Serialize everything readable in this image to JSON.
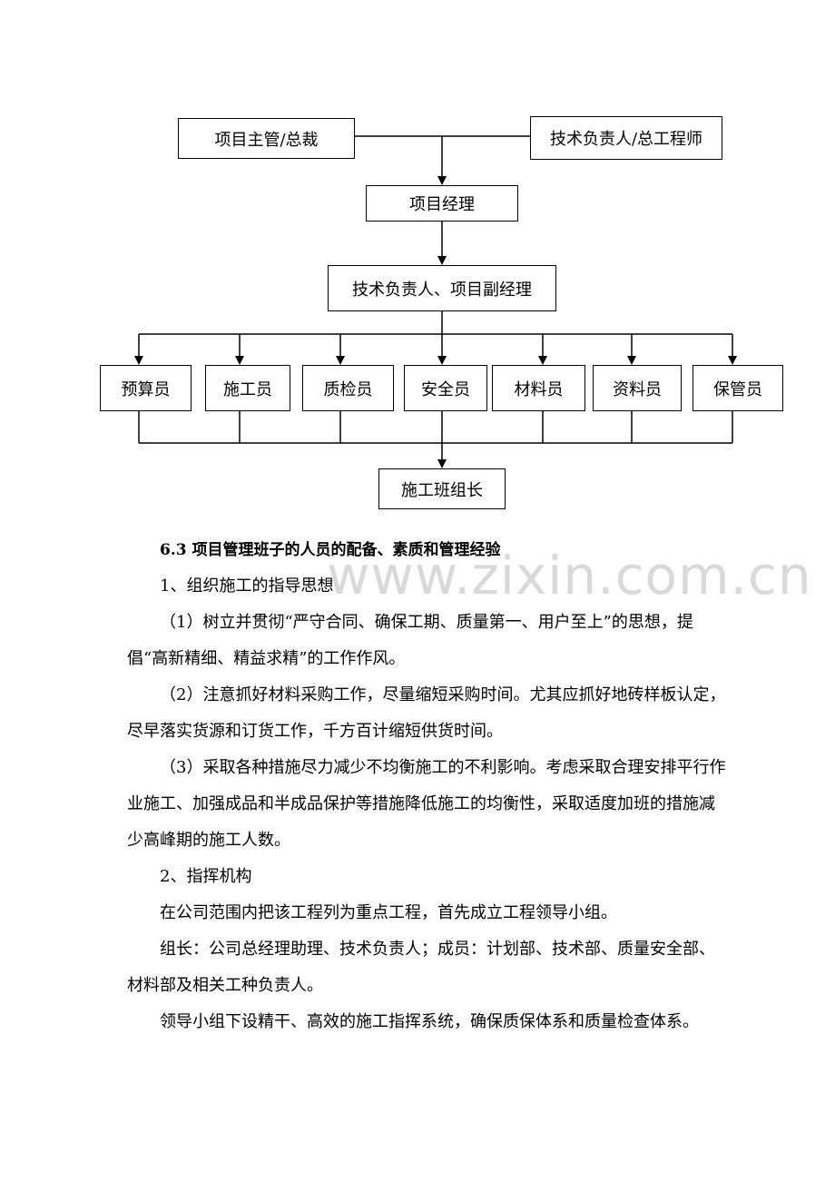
{
  "org_chart": {
    "top_left": "项目主管/总裁",
    "top_right": "技术负责人/总工程师",
    "manager": "项目经理",
    "deputy": "技术负责人、项目副经理",
    "staff": [
      "预算员",
      "施工员",
      "质检员",
      "安全员",
      "材料员",
      "资料员",
      "保管员"
    ],
    "bottom": "施工班组长"
  },
  "watermark": "www.zixin.com.cn",
  "section": {
    "heading": "6.3 项目管理班子的人员的配备、素质和管理经验",
    "paragraphs": [
      "1、组织施工的指导思想",
      "（1）树立并贯彻“严守合同、确保工期、质量第一、用户至上”的思想，提倡“高新精细、精益求精”的工作作风。",
      "（2）注意抓好材料采购工作，尽量缩短采购时间。尤其应抓好地砖样板认定，尽早落实货源和订货工作，千方百计缩短供货时间。",
      "（3）采取各种措施尽力减少不均衡施工的不利影响。考虑采取合理安排平行作业施工、加强成品和半成品保护等措施降低施工的均衡性，采取适度加班的措施减少高峰期的施工人数。",
      "2、指挥机构",
      "在公司范围内把该工程列为重点工程，首先成立工程领导小组。",
      "组长：公司总经理助理、技术负责人；成员：计划部、技术部、质量安全部、材料部及相关工种负责人。",
      "领导小组下设精干、高效的施工指挥系统，确保质保体系和质量检查体系。"
    ]
  }
}
